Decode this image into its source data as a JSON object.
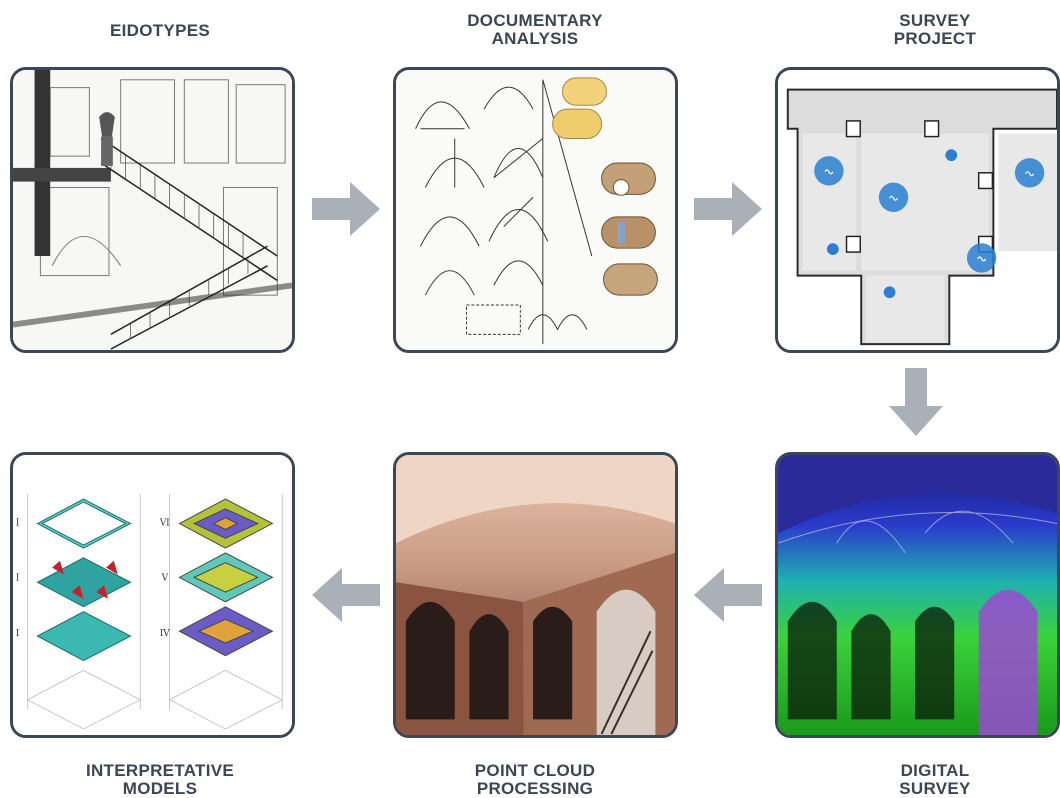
{
  "steps": {
    "eidotypes": {
      "line1": "EIDOTYPES"
    },
    "documentary": {
      "line1": "DOCUMENTARY",
      "line2": "ANALYSIS"
    },
    "survey_project": {
      "line1": "SURVEY",
      "line2": "PROJECT"
    },
    "digital_survey": {
      "line1": "DIGITAL",
      "line2": "SURVEY"
    },
    "point_cloud": {
      "line1": "POINT CLOUD",
      "line2": "PROCESSING"
    },
    "interpretative": {
      "line1": "INTERPRETATIVE",
      "line2": "MODELS"
    }
  },
  "interpretative_labels": {
    "left": [
      "I",
      "I",
      "I"
    ],
    "right": [
      "VI",
      "V",
      "IV"
    ]
  },
  "colors": {
    "frame": "#3b4656",
    "arrow": "#aab0b8",
    "label": "#3a4656",
    "station": "#2a7fd0"
  }
}
